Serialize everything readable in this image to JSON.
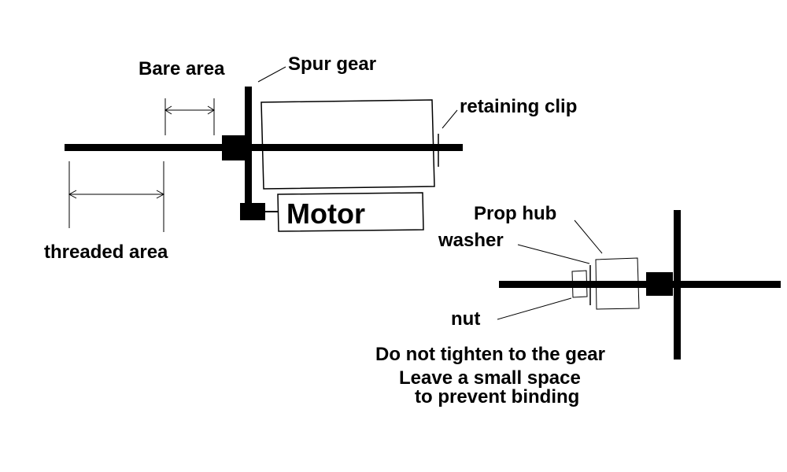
{
  "labels": {
    "bare_area": "Bare area",
    "spur_gear": "Spur gear",
    "retaining_clip": "retaining clip",
    "threaded_area": "threaded area",
    "motor": "Motor",
    "prop_hub": "Prop hub",
    "washer": "washer",
    "nut": "nut"
  },
  "note": {
    "line1": "Do not tighten to the gear",
    "line2": "Leave a small space",
    "line3": "to prevent binding"
  },
  "colors": {
    "ink": "#000000",
    "background": "#ffffff"
  }
}
